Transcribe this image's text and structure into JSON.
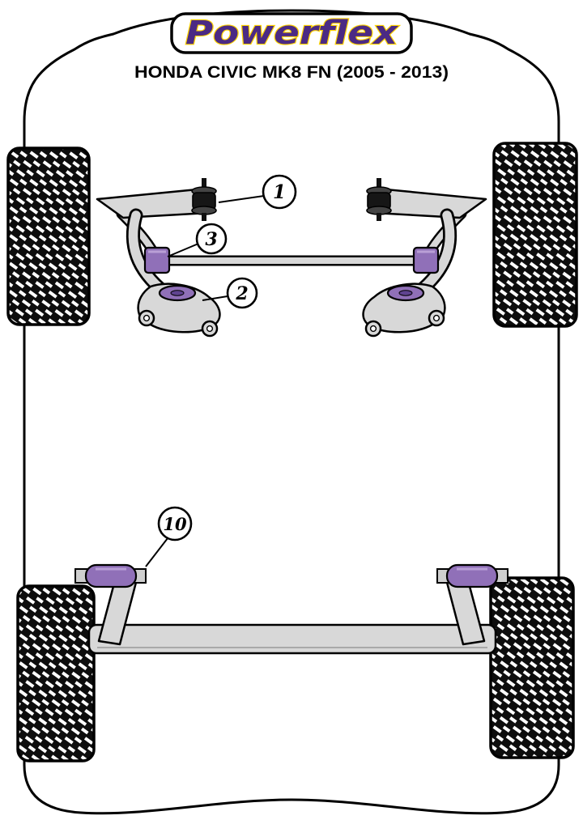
{
  "header": {
    "logo_text": "Powerflex",
    "title": "HONDA CIVIC MK8 FN (2005 - 2013)"
  },
  "diagram": {
    "callouts": [
      {
        "id": "1"
      },
      {
        "id": "2"
      },
      {
        "id": "3"
      },
      {
        "id": "10"
      }
    ]
  },
  "colors": {
    "logo_purple": "#4b2a84",
    "logo_yellow": "#ffd300",
    "bush_purple": "#9070b8",
    "bush_purple_dark": "#5f4390",
    "metal": "#d8d8d8",
    "metal_dark": "#a9a9a9",
    "outline": "#000000",
    "tire": "#0d0d0d",
    "paper": "#ffffff"
  }
}
